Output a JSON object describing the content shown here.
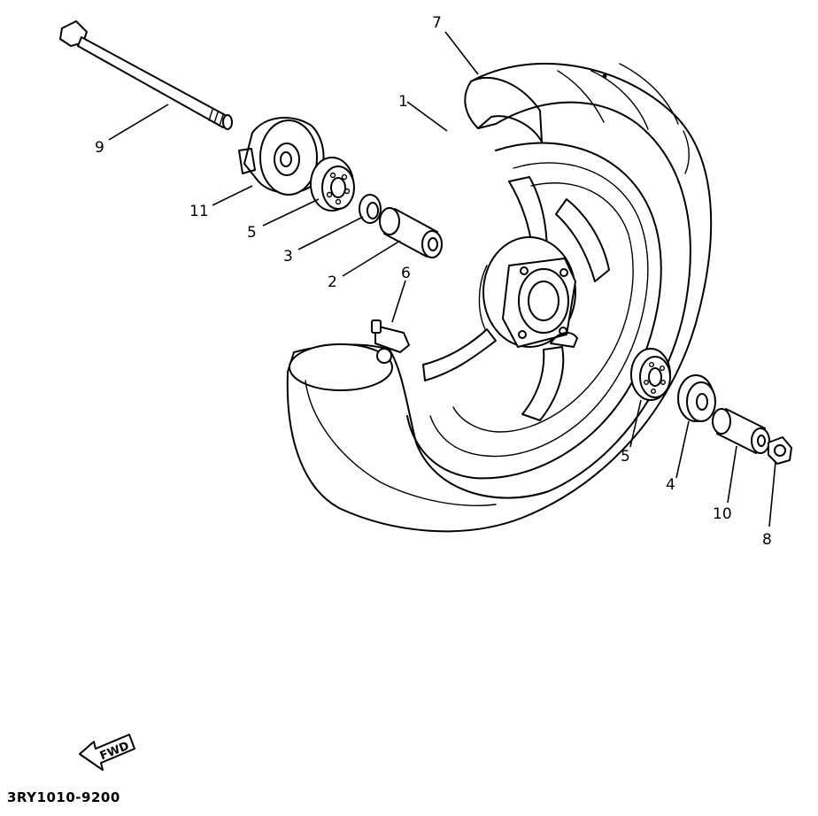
{
  "diagram": {
    "callouts": {
      "c1": "1",
      "c2": "2",
      "c3": "3",
      "c4": "4",
      "c5a": "5",
      "c5b": "5",
      "c6": "6",
      "c7": "7",
      "c8": "8",
      "c9": "9",
      "c10": "10",
      "c11": "11"
    },
    "fwd_label": "FWD",
    "diagram_code": "3RY1010-9200"
  }
}
